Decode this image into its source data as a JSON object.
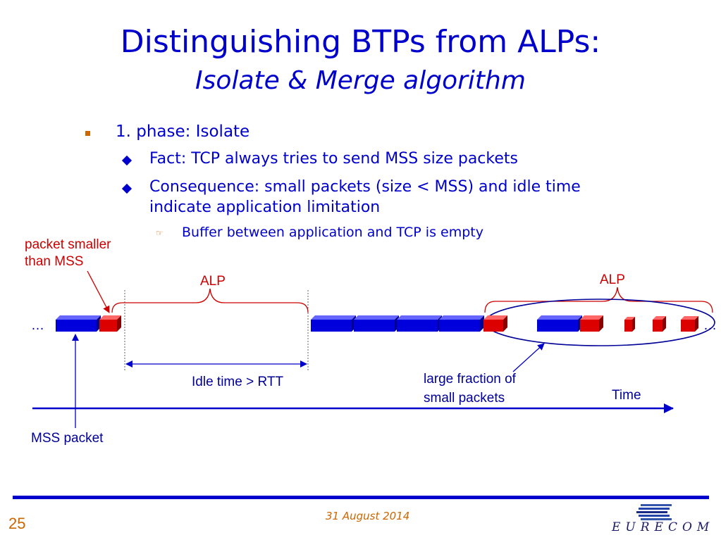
{
  "title": {
    "line1": "Distinguishing BTPs from ALPs:",
    "line2": "Isolate & Merge algorithm"
  },
  "bullets": {
    "main": "1. phase: Isolate",
    "fact": "Fact: TCP always tries to send MSS size packets",
    "consequence_line1": "Consequence: small packets (size < MSS) and idle time",
    "consequence_line2": "indicate application limitation",
    "buffer": "Buffer between application and TCP is empty"
  },
  "diagram": {
    "packet_smaller_line1": "packet smaller",
    "packet_smaller_line2": "than MSS",
    "alp_left": "ALP",
    "alp_right": "ALP",
    "ellipsis_left": "…",
    "ellipsis_right": "…",
    "idle_time": "Idle time > RTT",
    "large_fraction_line1": "large fraction of",
    "large_fraction_line2": "small packets",
    "time": "Time",
    "mss_packet": "MSS packet",
    "colors": {
      "mss_packet": "#0000dd",
      "small_packet": "#dd0000",
      "arrow": "#0000cc",
      "brace": "#cc0000"
    }
  },
  "footer": {
    "date": "31 August 2014",
    "page_number": "25",
    "logo": "EURECOM"
  }
}
